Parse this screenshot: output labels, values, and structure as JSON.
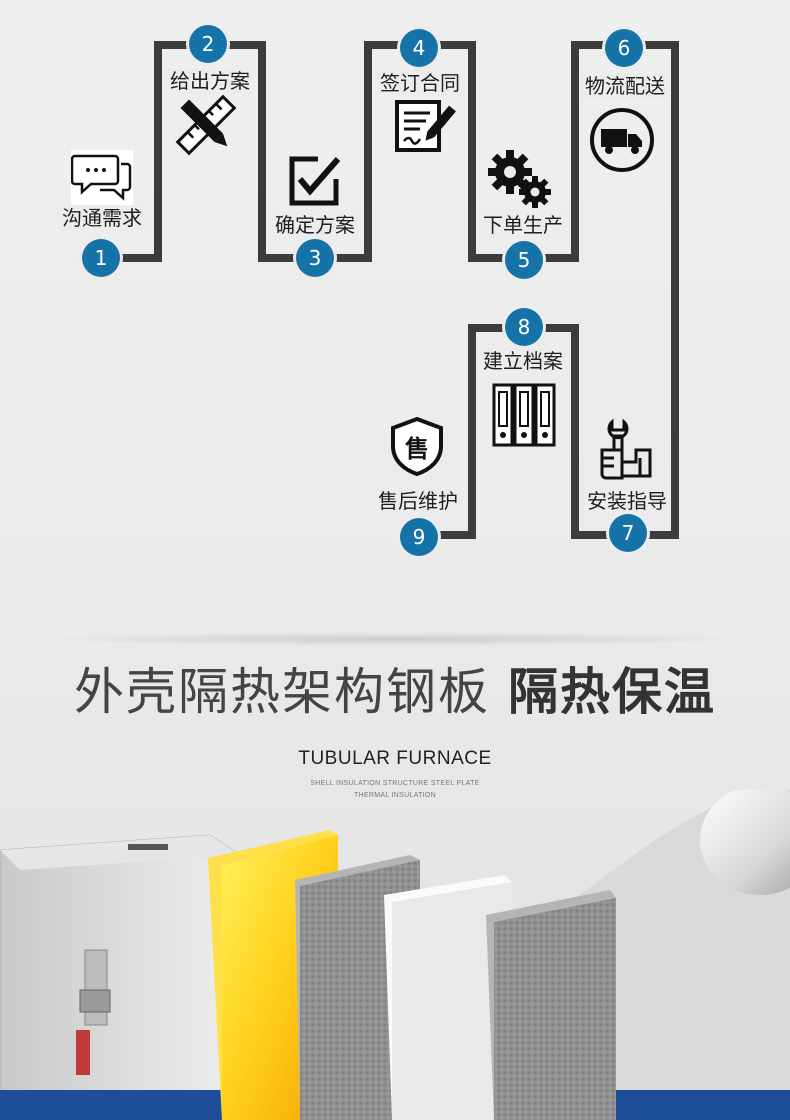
{
  "steps": [
    {
      "num": "1",
      "label": "沟通需求",
      "icon": "chat-icon"
    },
    {
      "num": "2",
      "label": "给出方案",
      "icon": "pencil-ruler-icon"
    },
    {
      "num": "3",
      "label": "确定方案",
      "icon": "checkbox-edit-icon"
    },
    {
      "num": "4",
      "label": "签订合同",
      "icon": "contract-sign-icon"
    },
    {
      "num": "5",
      "label": "下单生产",
      "icon": "gears-icon"
    },
    {
      "num": "6",
      "label": "物流配送",
      "icon": "delivery-truck-icon"
    },
    {
      "num": "7",
      "label": "安装指导",
      "icon": "wrench-hand-icon"
    },
    {
      "num": "8",
      "label": "建立档案",
      "icon": "file-binders-icon"
    },
    {
      "num": "9",
      "label": "售后维护",
      "icon": "shield-service-icon"
    }
  ],
  "after_sale_icon_char": "售",
  "headline": {
    "light": "外壳隔热架构钢板",
    "bold": "隔热保温"
  },
  "product": {
    "title": "TUBULAR FURNACE",
    "sub1": "SHELL INSULATION STRUCTURE STEEL PLATE",
    "sub2": "THERMAL INSULATION"
  },
  "colors": {
    "accent": "#1673a8",
    "path": "#3c3c3c"
  }
}
